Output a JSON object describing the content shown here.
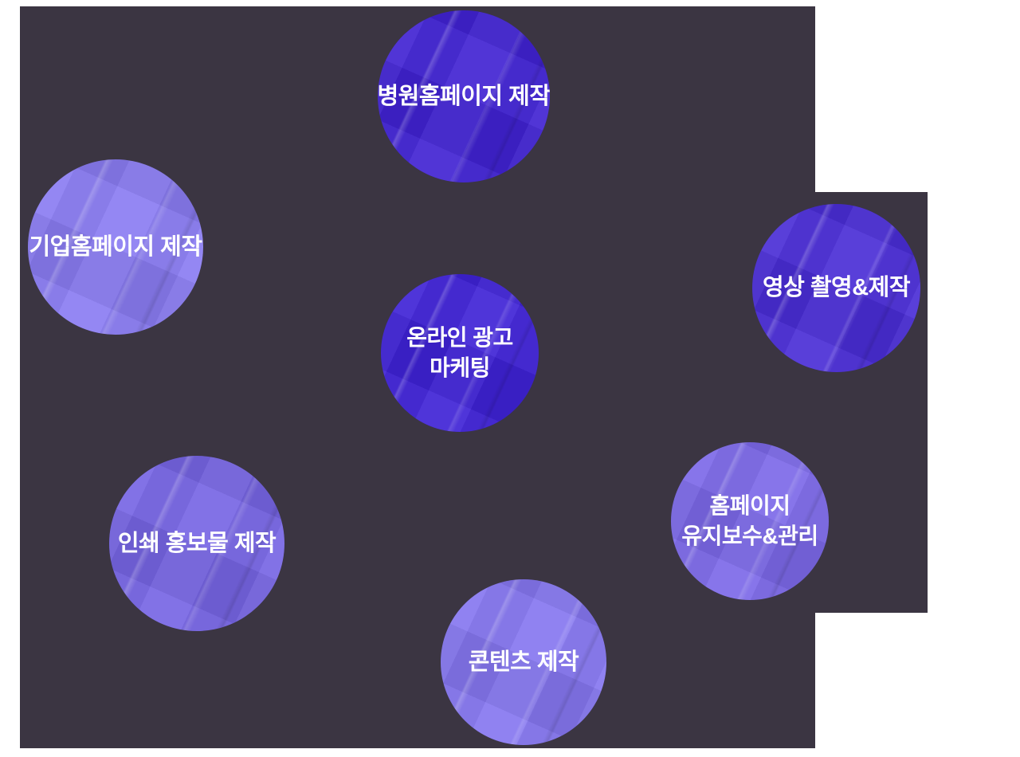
{
  "page": {
    "background_color": "#ffffff"
  },
  "panel": {
    "background_color": "#3b3542"
  },
  "circles": [
    {
      "id": "hospital-homepage",
      "lines": [
        "병원홈페이지 제작"
      ],
      "color": "#4123d3",
      "text_color": "#ffffff"
    },
    {
      "id": "corporate-homepage",
      "lines": [
        "기업홈페이지 제작"
      ],
      "color": "#8a7cf2",
      "text_color": "#ffffff"
    },
    {
      "id": "online-ad-marketing",
      "lines": [
        "온라인 광고",
        "마케팅"
      ],
      "color": "#3f22d6",
      "text_color": "#ffffff"
    },
    {
      "id": "video-production",
      "lines": [
        "영상 촬영&제작"
      ],
      "color": "#4a2dd6",
      "text_color": "#ffffff"
    },
    {
      "id": "print-production",
      "lines": [
        "인쇄 홍보물 제작"
      ],
      "color": "#7765e4",
      "text_color": "#ffffff"
    },
    {
      "id": "homepage-maintenance",
      "lines": [
        "홈페이지",
        "유지보수&관리"
      ],
      "color": "#7c69e8",
      "text_color": "#ffffff"
    },
    {
      "id": "content-production",
      "lines": [
        "콘텐츠 제작"
      ],
      "color": "#8677f0",
      "text_color": "#ffffff"
    }
  ]
}
